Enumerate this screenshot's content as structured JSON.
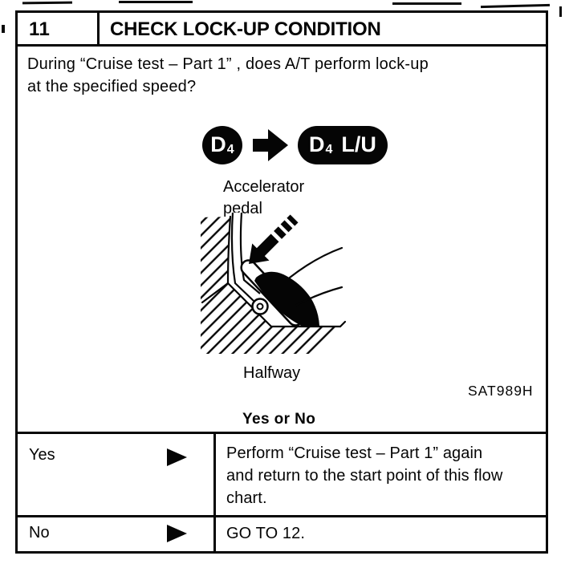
{
  "header": {
    "step_number": "11",
    "title": "CHECK LOCK-UP CONDITION"
  },
  "question": {
    "line1": "During “Cruise test – Part 1” , does A/T perform lock-up",
    "line2": "at the specified speed?"
  },
  "diagram": {
    "from_badge": {
      "main": "D",
      "sub": "4"
    },
    "to_badge": {
      "main": "D",
      "sub": "4",
      "suffix": "L/U"
    },
    "pedal_label": {
      "line1": "Accelerator",
      "line2": "pedal"
    },
    "caption": "Halfway",
    "figure_code": "SAT989H"
  },
  "prompt": "Yes or No",
  "decision_rows": [
    {
      "answer": "Yes",
      "action_lines": [
        "Perform “Cruise test – Part 1” again",
        "and return to the start point of this flow",
        "chart."
      ]
    },
    {
      "answer": "No",
      "action_lines": [
        "GO TO 12."
      ]
    }
  ],
  "icons": {
    "decision_arrow": "▶ solid black right triangle",
    "transition_arrow": "➡ solid black block arrow",
    "press_arrow": "↙ solid black arrow with dashed tail"
  },
  "colors": {
    "ink": "#050505",
    "paper": "#ffffff"
  }
}
